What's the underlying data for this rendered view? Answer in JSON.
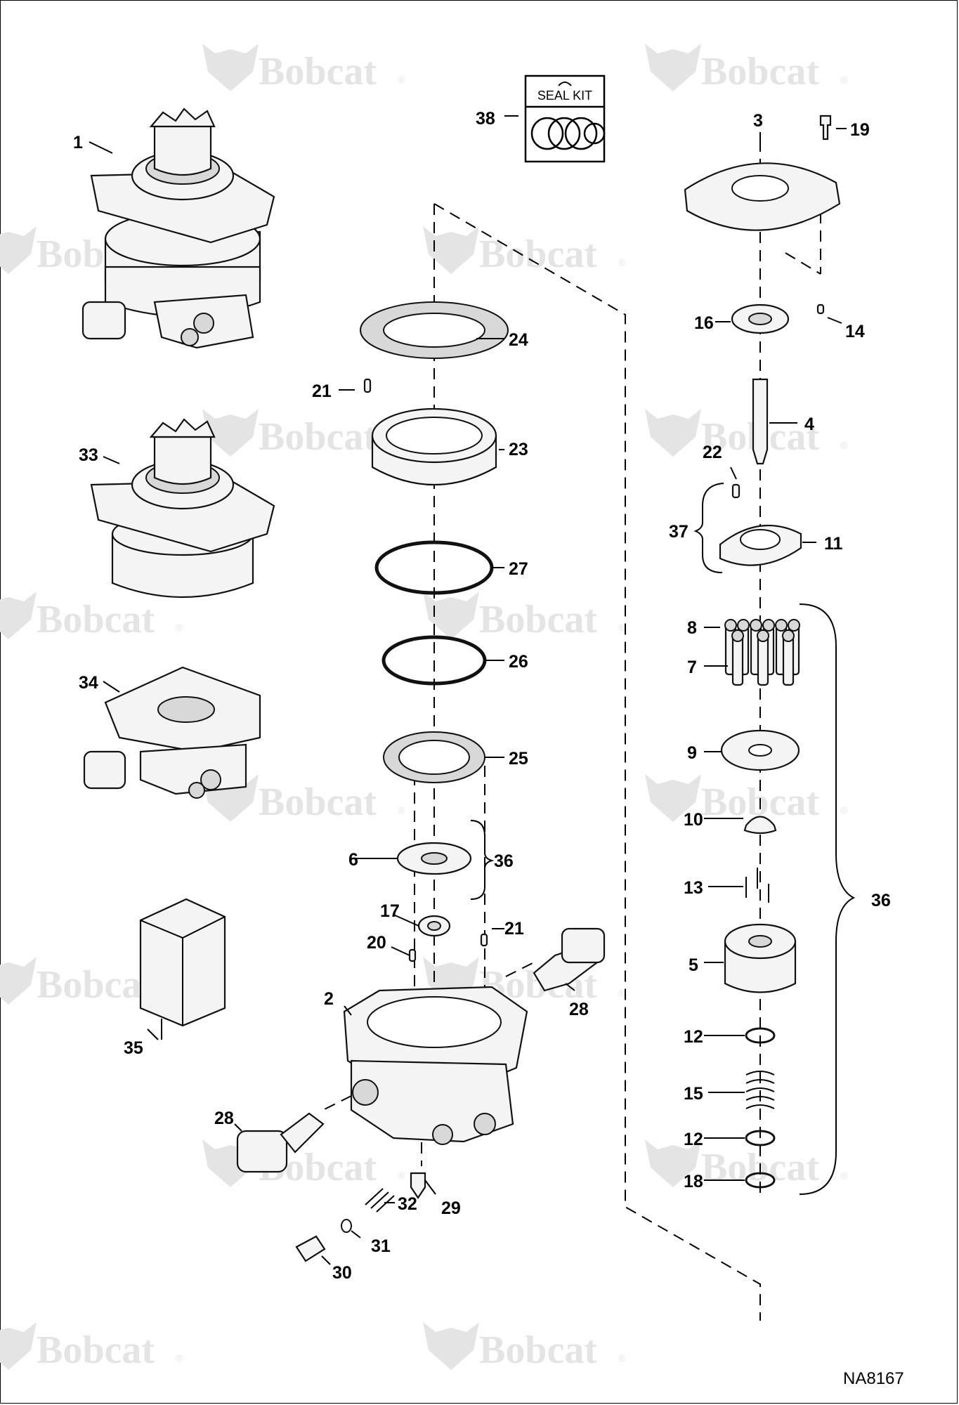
{
  "brand": {
    "watermark_text": "Bobcat",
    "watermark_mark": "®",
    "watermark_color": "#e4e4e4"
  },
  "seal_kit": {
    "label": "SEAL KIT"
  },
  "drawing_id": "NA8167",
  "callouts": [
    {
      "id": "c1",
      "text": "1"
    },
    {
      "id": "c2",
      "text": "2"
    },
    {
      "id": "c3",
      "text": "3"
    },
    {
      "id": "c4",
      "text": "4"
    },
    {
      "id": "c5",
      "text": "5"
    },
    {
      "id": "c6",
      "text": "6"
    },
    {
      "id": "c7",
      "text": "7"
    },
    {
      "id": "c8",
      "text": "8"
    },
    {
      "id": "c9",
      "text": "9"
    },
    {
      "id": "c10",
      "text": "10"
    },
    {
      "id": "c11",
      "text": "11"
    },
    {
      "id": "c12a",
      "text": "12"
    },
    {
      "id": "c12b",
      "text": "12"
    },
    {
      "id": "c13",
      "text": "13"
    },
    {
      "id": "c14",
      "text": "14"
    },
    {
      "id": "c15",
      "text": "15"
    },
    {
      "id": "c16",
      "text": "16"
    },
    {
      "id": "c17",
      "text": "17"
    },
    {
      "id": "c18",
      "text": "18"
    },
    {
      "id": "c19",
      "text": "19"
    },
    {
      "id": "c20",
      "text": "20"
    },
    {
      "id": "c21a",
      "text": "21"
    },
    {
      "id": "c21b",
      "text": "21"
    },
    {
      "id": "c22",
      "text": "22"
    },
    {
      "id": "c23",
      "text": "23"
    },
    {
      "id": "c24",
      "text": "24"
    },
    {
      "id": "c25",
      "text": "25"
    },
    {
      "id": "c26",
      "text": "26"
    },
    {
      "id": "c27",
      "text": "27"
    },
    {
      "id": "c28a",
      "text": "28"
    },
    {
      "id": "c28b",
      "text": "28"
    },
    {
      "id": "c29",
      "text": "29"
    },
    {
      "id": "c30",
      "text": "30"
    },
    {
      "id": "c31",
      "text": "31"
    },
    {
      "id": "c32",
      "text": "32"
    },
    {
      "id": "c33",
      "text": "33"
    },
    {
      "id": "c34",
      "text": "34"
    },
    {
      "id": "c35",
      "text": "35"
    },
    {
      "id": "c36a",
      "text": "36"
    },
    {
      "id": "c36b",
      "text": "36"
    },
    {
      "id": "c37",
      "text": "37"
    },
    {
      "id": "c38",
      "text": "38"
    }
  ]
}
